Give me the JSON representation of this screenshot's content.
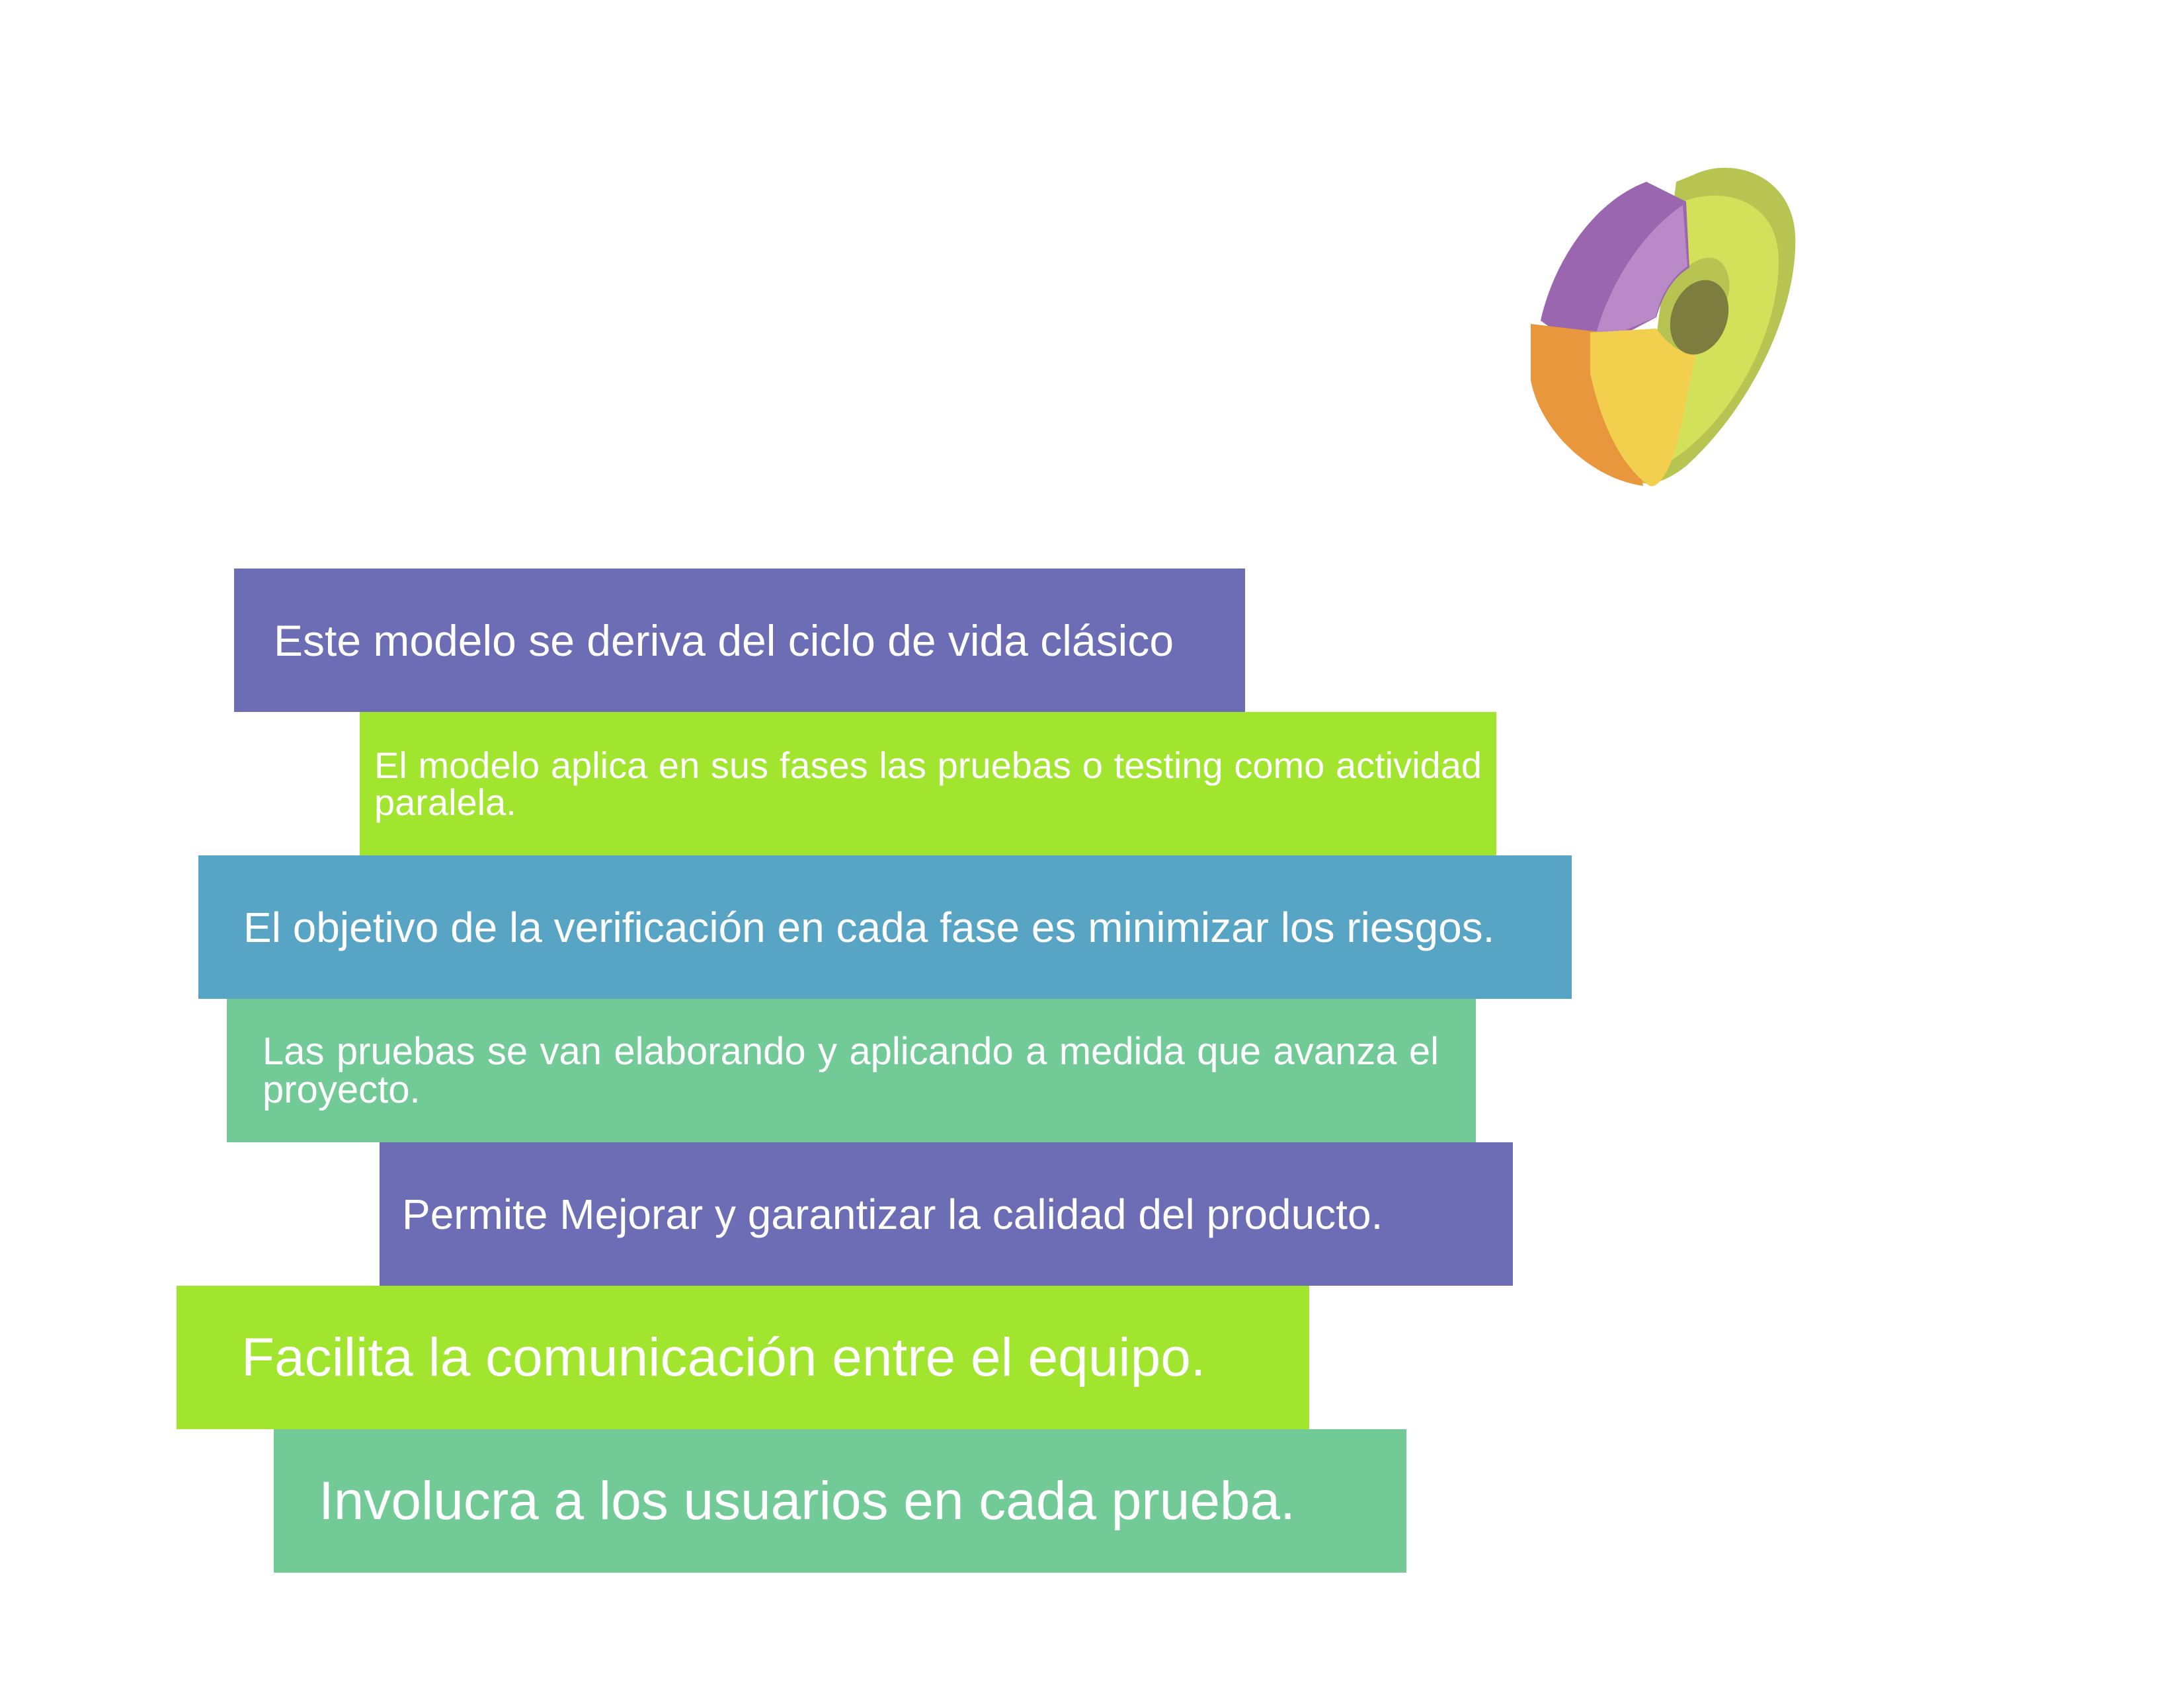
{
  "statements": [
    {
      "text": "Este modelo se deriva del ciclo de vida clásico",
      "color": "#6d6db5"
    },
    {
      "text": "El modelo aplica en sus fases las pruebas o testing como actividad paralela.",
      "color": "#a1e52e"
    },
    {
      "text": "El objetivo de la verificación en cada fase es minimizar los riesgos.",
      "color": "#58a4c5"
    },
    {
      "text": "Las pruebas se van elaborando y aplicando a medida que avanza el proyecto.",
      "color": "#72cb97"
    },
    {
      "text": "Permite Mejorar y garantizar la calidad del producto.",
      "color": "#6d6db5"
    },
    {
      "text": "Facilita la comunicación entre el equipo.",
      "color": "#a1e52e"
    },
    {
      "text": "Involucra a los usuarios en cada prueba.",
      "color": "#72cb97"
    }
  ],
  "logo": {
    "icon": "donut-chart-icon",
    "colors": {
      "purple": "#9a66b0",
      "green": "#d3e05a",
      "orange": "#e8973c",
      "yellow": "#f2d04e"
    }
  }
}
